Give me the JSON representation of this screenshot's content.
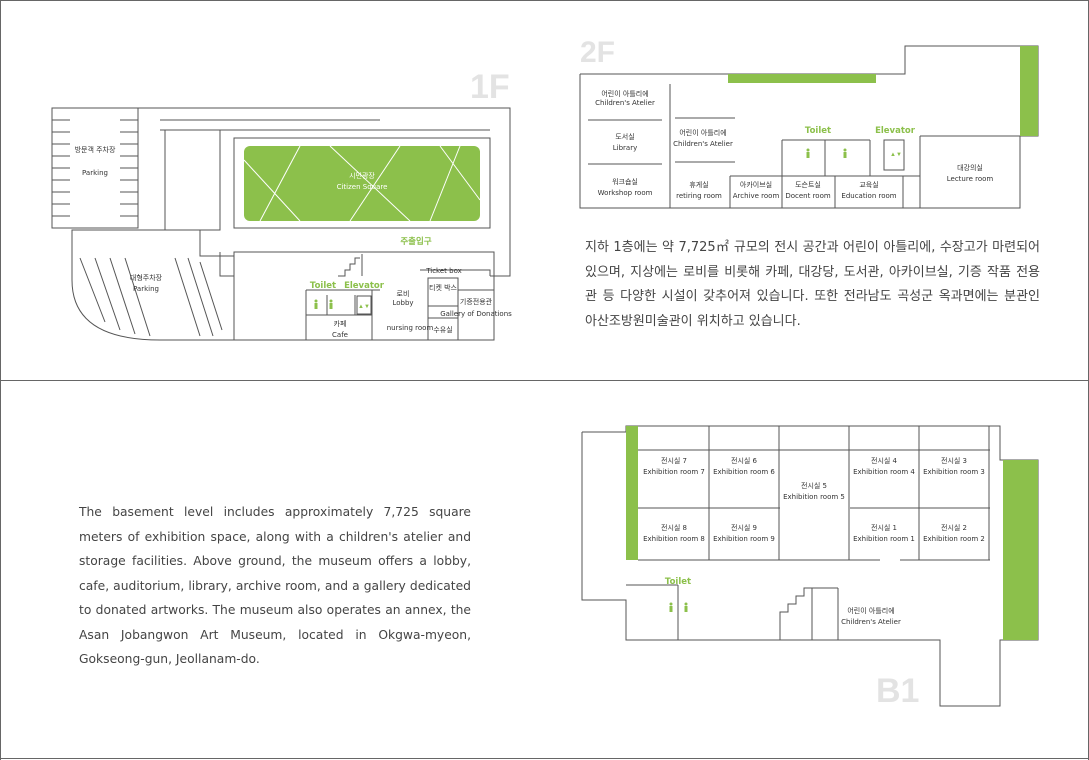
{
  "floors": {
    "f1": {
      "title": "1F",
      "visitor_parking_ko": "방문객 주차장",
      "visitor_parking_en": "Parking",
      "citizen_square_ko": "시민광장",
      "citizen_square_en": "Citizen Square",
      "entrance_ko": "주출입구",
      "large_parking_ko": "대형주차장",
      "large_parking_en": "Parking",
      "toilet": "Toilet",
      "elevator": "Elevator",
      "ticket_box_en": "Ticket box",
      "ticket_box_ko": "티켓 박스",
      "lobby_ko": "로비",
      "lobby_en": "Lobby",
      "cafe_ko": "카페",
      "cafe_en": "Cafe",
      "nursing_en": "nursing room",
      "nursing_ko": "수유실",
      "donations_ko": "기증전용관",
      "donations_en": "Gallery of Donations"
    },
    "f2": {
      "title": "2F",
      "childrens_atelier_1_ko": "어린이 아틀리에",
      "childrens_atelier_1_en": "Children's Atelier",
      "library_ko": "도서실",
      "library_en": "Library",
      "childrens_atelier_2_ko": "어린이 아틀리에",
      "childrens_atelier_2_en": "Children's Atelier",
      "workshop_ko": "워크숍실",
      "workshop_en": "Workshop room",
      "retiring_ko": "휴게실",
      "retiring_en": "retiring room",
      "archive_ko": "아카이브실",
      "archive_en": "Archive room",
      "docent_ko": "도슨트실",
      "docent_en": "Docent room",
      "education_ko": "교육실",
      "education_en": "Education room",
      "lecture_ko": "대강의실",
      "lecture_en": "Lecture room",
      "toilet": "Toilet",
      "elevator": "Elevator"
    },
    "b1": {
      "title": "B1",
      "room7_ko": "전시실 7",
      "room7_en": "Exhibition room 7",
      "room6_ko": "전시실 6",
      "room6_en": "Exhibition room 6",
      "room5_ko": "전시실 5",
      "room5_en": "Exhibition room 5",
      "room4_ko": "전시실 4",
      "room4_en": "Exhibition room 4",
      "room3_ko": "전시실 3",
      "room3_en": "Exhibition room 3",
      "room8_ko": "전시실 8",
      "room8_en": "Exhibition room 8",
      "room9_ko": "전시실 9",
      "room9_en": "Exhibition room 9",
      "room1_ko": "전시실 1",
      "room1_en": "Exhibition room 1",
      "room2_ko": "전시실 2",
      "room2_en": "Exhibition room 2",
      "toilet": "Toilet",
      "childrens_atelier_ko": "어린이 아틀리에",
      "childrens_atelier_en": "Children's Atelier"
    }
  },
  "text": {
    "korean": "지하 1층에는 약 7,725㎡ 규모의 전시 공간과 어린이 아틀리에, 수장고가 마련되어 있으며, 지상에는 로비를 비롯해 카페, 대강당, 도서관, 아카이브실, 기증 작품 전용관 등 다양한 시설이 갖추어져 있습니다. 또한 전라남도 곡성군 옥과면에는 분관인 아산조방원미술관이 위치하고 있습니다.",
    "english": "The basement level includes approximately 7,725 square meters of exhibition space, along with a children's atelier and storage facilities. Above ground, the museum offers a lobby, cafe, auditorium, library, archive room, and a gallery dedicated to donated artworks. The museum also operates an annex, the Asan Jobangwon Art Museum, located in Okgwa-myeon, Gokseong-gun, Jeollanam-do."
  },
  "colors": {
    "accent": "#8cc04b",
    "line": "#555555",
    "floor_label": "#e3e3e3"
  }
}
